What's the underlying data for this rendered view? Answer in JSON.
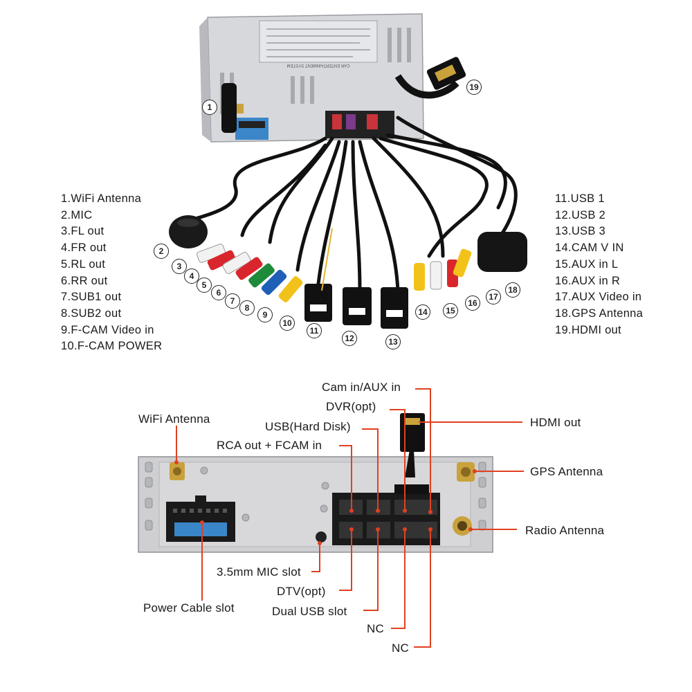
{
  "legend_left": [
    "1.WiFi Antenna",
    "2.MIC",
    "3.FL out",
    "4.FR out",
    "5.RL out",
    "6.RR out",
    "7.SUB1 out",
    "8.SUB2 out",
    "9.F-CAM Video in",
    "10.F-CAM POWER"
  ],
  "legend_right": [
    "11.USB 1",
    "12.USB 2",
    "13.USB 3",
    "14.CAM V IN",
    "15.AUX in L",
    "16.AUX in R",
    "17.AUX Video in",
    "18.GPS Antenna",
    "19.HDMI out"
  ],
  "numbers": [
    "1",
    "2",
    "3",
    "4",
    "5",
    "6",
    "7",
    "8",
    "9",
    "10",
    "11",
    "12",
    "13",
    "14",
    "15",
    "16",
    "17",
    "18",
    "19"
  ],
  "unit_label": "CAR ENTERTAINMENT SYSTEM",
  "callouts": {
    "wifi_antenna": "WiFi Antenna",
    "cam_aux_in": "Cam in/AUX in",
    "dvr": "DVR(opt)",
    "usb_hard_disk": "USB(Hard Disk)",
    "rca_fcam": "RCA out + FCAM in",
    "hdmi_out": "HDMI out",
    "gps_antenna": "GPS Antenna",
    "radio_antenna": "Radio Antenna",
    "mic_slot": "3.5mm MIC slot",
    "dtv": "DTV(opt)",
    "dual_usb": "Dual USB slot",
    "nc1": "NC",
    "nc2": "NC",
    "power_cable": "Power Cable slot"
  },
  "colors": {
    "callout_line": "#e0401f",
    "panel": "#cfcfd2",
    "rca_red": "#d9262c",
    "rca_white": "#f2f2f2",
    "rca_green": "#1f8a3a",
    "rca_blue": "#1f5fb8",
    "rca_yellow": "#f2c21a",
    "cable": "#111111",
    "connector_blue": "#3a86c8"
  }
}
